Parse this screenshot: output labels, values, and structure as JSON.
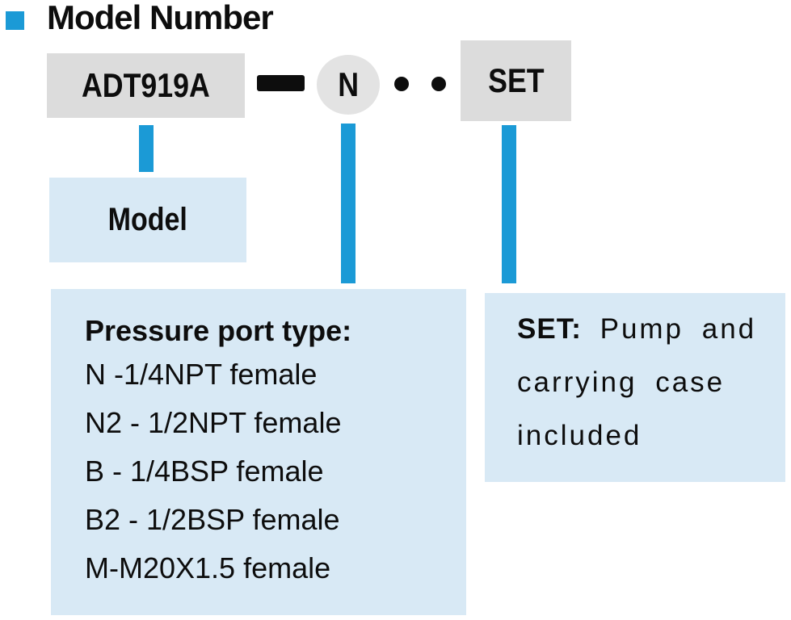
{
  "colors": {
    "accent_blue": "#1b9ad6",
    "light_blue_fill": "#d8e9f5",
    "gray_fill": "#dcdcdc",
    "circle_fill": "#e3e3e3",
    "text_black": "#0d0d0d"
  },
  "header": {
    "title": "Model Number"
  },
  "model_row": {
    "model_code": "ADT919A",
    "port_code": "N",
    "set_code": "SET"
  },
  "model_label_box": {
    "label": "Model"
  },
  "pressure_box": {
    "heading": "Pressure port type:",
    "options": [
      "N -1/4NPT female",
      "N2 - 1/2NPT female",
      "B - 1/4BSP female",
      "B2 - 1/2BSP female",
      "M-M20X1.5 female"
    ]
  },
  "set_box": {
    "label": "SET:",
    "line1": "Pump and",
    "line2": "carrying case",
    "line3": "included"
  }
}
